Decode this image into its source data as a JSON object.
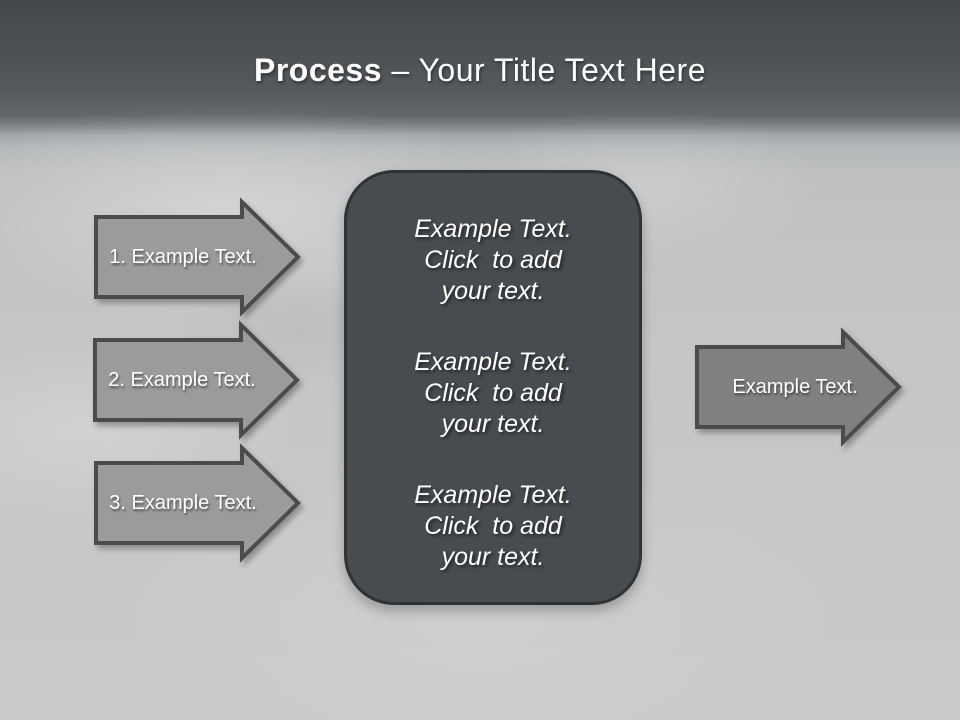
{
  "title": {
    "emphasis": "Process",
    "separator": "–",
    "rest": "Your Title Text Here"
  },
  "left_arrows": [
    {
      "label": "1. Example Text."
    },
    {
      "label": "2. Example Text."
    },
    {
      "label": "3. Example Text."
    }
  ],
  "right_arrow": {
    "label": "Example Text."
  },
  "center_box": {
    "paragraphs": [
      {
        "lines": [
          "Example Text.",
          "Click  to add",
          "your text."
        ]
      },
      {
        "lines": [
          "Example Text.",
          "Click  to add",
          "your text."
        ]
      },
      {
        "lines": [
          "Example Text.",
          "Click  to add",
          "your text."
        ]
      }
    ]
  },
  "colors": {
    "header_dark": "#44484c",
    "background_light": "#c8c8c9",
    "left_arrow_fill": "#9b9b9b",
    "right_arrow_fill": "#7f8080",
    "arrow_border": "#4a4b4c",
    "box_fill": "#474c50",
    "box_border": "#2f3335",
    "text": "#ffffff"
  }
}
